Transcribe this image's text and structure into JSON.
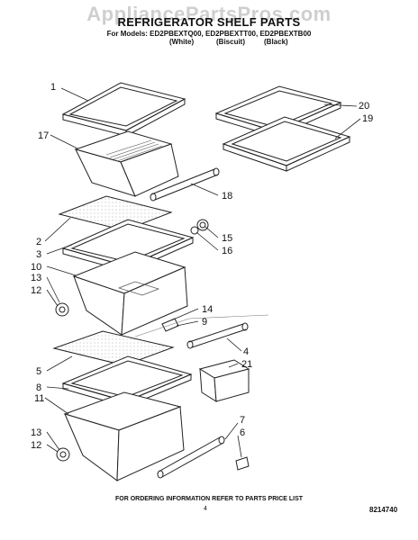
{
  "header": {
    "watermark": "AppliancePartsPros.com",
    "title": "REFRIGERATOR SHELF PARTS",
    "models_line": "For Models: ED2PBEXTQ00, ED2PBEXTT00, ED2PBEXTB00",
    "colors": [
      "(White)",
      "(Biscuit)",
      "(Black)"
    ]
  },
  "callouts": [
    "1",
    "17",
    "18",
    "2",
    "3",
    "15",
    "16",
    "10",
    "13",
    "12",
    "14",
    "9",
    "4",
    "5",
    "8",
    "11",
    "21",
    "7",
    "6",
    "13",
    "12",
    "20",
    "19"
  ],
  "footer": {
    "ordering_note": "FOR ORDERING INFORMATION REFER TO PARTS PRICE LIST",
    "page_number": "4",
    "doc_number": "8214740"
  }
}
